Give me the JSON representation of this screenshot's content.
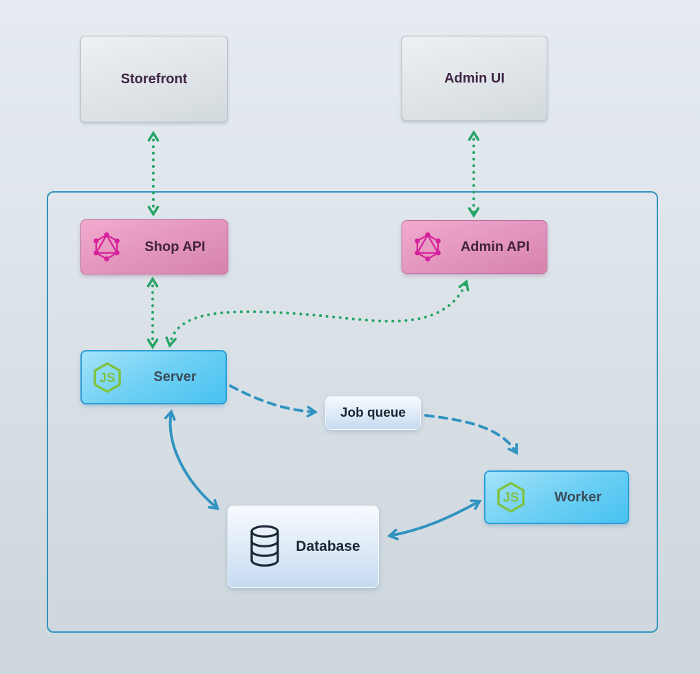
{
  "diagram": {
    "title": "",
    "nodes": {
      "storefront": {
        "label": "Storefront",
        "type": "external-client"
      },
      "admin_ui": {
        "label": "Admin UI",
        "type": "external-client"
      },
      "shop_api": {
        "label": "Shop API",
        "icon": "graphql-icon"
      },
      "admin_api": {
        "label": "Admin API",
        "icon": "graphql-icon"
      },
      "server": {
        "label": "Server",
        "icon": "nodejs-icon"
      },
      "job_queue": {
        "label": "Job queue"
      },
      "worker": {
        "label": "Worker",
        "icon": "nodejs-icon"
      },
      "database": {
        "label": "Database",
        "icon": "database-icon"
      }
    },
    "edges": [
      {
        "from": "storefront",
        "to": "shop_api",
        "direction": "both",
        "style": "dotted",
        "color": "#27a567"
      },
      {
        "from": "admin_ui",
        "to": "admin_api",
        "direction": "both",
        "style": "dotted",
        "color": "#27a567"
      },
      {
        "from": "shop_api",
        "to": "server",
        "direction": "both",
        "style": "dotted",
        "color": "#27a567"
      },
      {
        "from": "server",
        "to": "admin_api",
        "direction": "both",
        "style": "dotted",
        "color": "#27a567"
      },
      {
        "from": "server",
        "to": "job_queue",
        "direction": "forward",
        "style": "dashed",
        "color": "#3093c0"
      },
      {
        "from": "job_queue",
        "to": "worker",
        "direction": "forward",
        "style": "dashed",
        "color": "#3093c0"
      },
      {
        "from": "server",
        "to": "database",
        "direction": "both",
        "style": "solid",
        "color": "#3093c0"
      },
      {
        "from": "database",
        "to": "worker",
        "direction": "both",
        "style": "solid",
        "color": "#3093c0"
      }
    ],
    "colors": {
      "arrow_green": "#27a567",
      "arrow_blue": "#3093c0",
      "container_border": "#3094c0",
      "graphql_pink": "#d6219c",
      "nodejs_green": "#7fc242",
      "pink_box": "#e294bc",
      "cyan_box": "#6fd0f4",
      "light_box": "#dde9f7",
      "gray_box": "#e0e5e8"
    }
  }
}
